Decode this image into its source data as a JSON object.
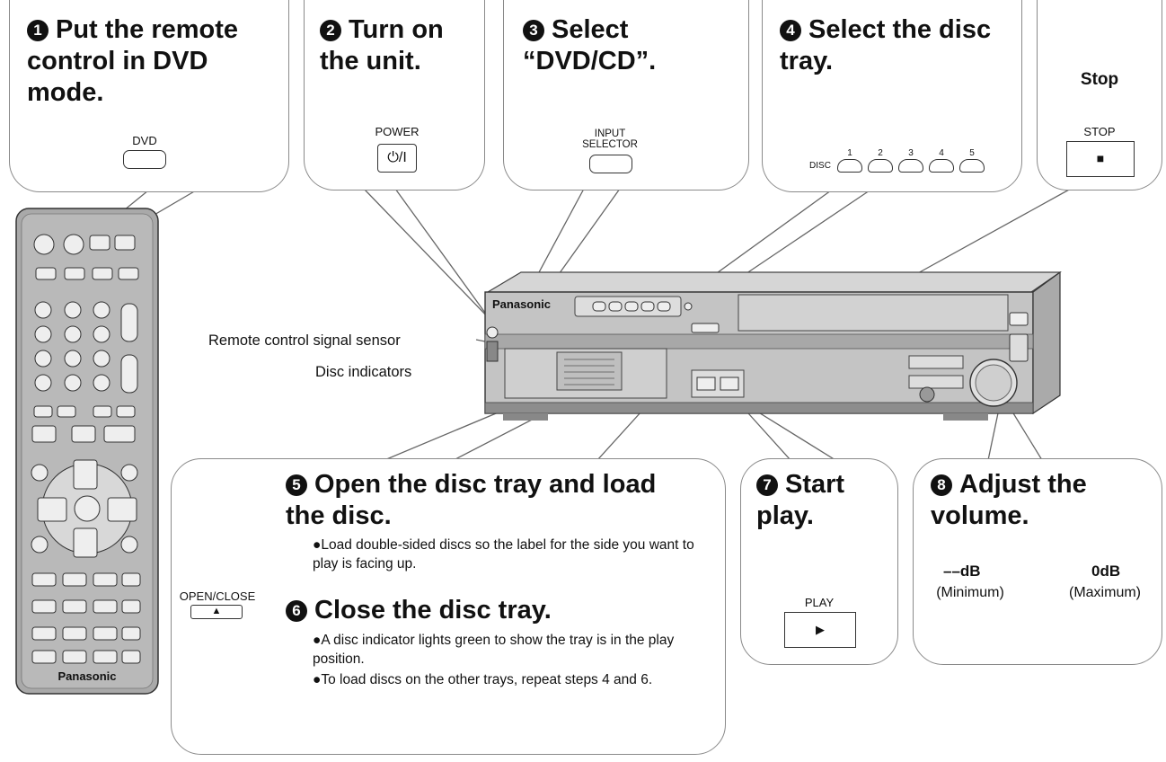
{
  "steps": {
    "s1": {
      "num": "1",
      "title": "Put the remote\ncontrol in DVD\nmode.",
      "button": "DVD"
    },
    "s2": {
      "num": "2",
      "title": "Turn on\nthe unit.",
      "button": "POWER",
      "symbol": "⏻/I"
    },
    "s3": {
      "num": "3",
      "title": "Select\n“DVD/CD”.",
      "button": "INPUT\nSELECTOR"
    },
    "s4": {
      "num": "4",
      "title": "Select the disc\ntray.",
      "disc_label": "DISC",
      "trays": [
        "1",
        "2",
        "3",
        "4",
        "5"
      ]
    },
    "stop": {
      "title": "Stop",
      "button": "STOP",
      "symbol": "■"
    },
    "s5": {
      "num": "5",
      "title": "Open the disc tray and load\nthe disc.",
      "bullets": [
        "●Load double-sided discs so the label for the side you want to play is facing up."
      ],
      "button": "OPEN/CLOSE",
      "symbol": "▲"
    },
    "s6": {
      "num": "6",
      "title": "Close the disc tray.",
      "bullets": [
        "●A disc indicator lights green to show the tray is in the play position.",
        "●To load discs on the other trays, repeat steps 4 and 6."
      ]
    },
    "s7": {
      "num": "7",
      "title": "Start\nplay.",
      "button": "PLAY",
      "symbol": "▶"
    },
    "s8": {
      "num": "8",
      "title": "Adjust the\nvolume.",
      "min_value": "––dB",
      "max_value": "0dB",
      "min_caption": "(Minimum)",
      "max_caption": "(Maximum)"
    }
  },
  "callouts": {
    "sensor": "Remote control signal sensor",
    "indicators": "Disc indicators"
  },
  "device": {
    "brand": "Panasonic",
    "remote_brand": "Panasonic"
  },
  "colors": {
    "border": "#8a8a8a",
    "remote_body": "#a9a9a9",
    "unit_body": "#c4c4c4",
    "text": "#111111"
  }
}
